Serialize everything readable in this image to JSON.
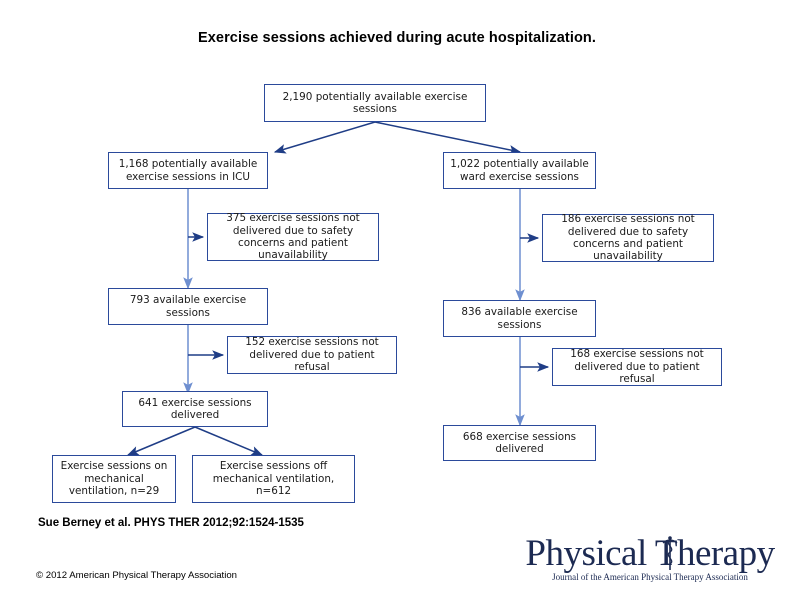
{
  "title": "Exercise sessions achieved during acute hospitalization.",
  "footer": {
    "citation": "Sue Berney et al. PHYS THER 2012;92:1524-1535",
    "copyright": "© 2012 American Physical Therapy Association"
  },
  "logo": {
    "wordmark": "Physical Therapy",
    "subtitle": "Journal of the American Physical Therapy Association",
    "color": "#1c2a52"
  },
  "colors": {
    "box_border": "#2b4a9b",
    "arrow_dark": "#1f3d86",
    "arrow_light": "#6e8fd0",
    "text": "#1a1a1a"
  },
  "chart_data": {
    "type": "diagram",
    "diagram_kind": "flowchart",
    "title": "Exercise sessions achieved during acute hospitalization.",
    "nodes": [
      {
        "id": "total",
        "label": "2,190 potentially available exercise sessions",
        "value": 2190
      },
      {
        "id": "icu_avail",
        "label": "1,168 potentially available exercise sessions in ICU",
        "value": 1168
      },
      {
        "id": "ward_avail",
        "label": "1,022 potentially available ward exercise sessions",
        "value": 1022
      },
      {
        "id": "icu_excl1",
        "label": "375 exercise sessions not delivered due to safety concerns and patient unavailability",
        "value": 375
      },
      {
        "id": "ward_excl1",
        "label": "186 exercise sessions not delivered due to safety concerns and patient unavailability",
        "value": 186
      },
      {
        "id": "icu_avail2",
        "label": "793 available exercise sessions",
        "value": 793
      },
      {
        "id": "ward_avail2",
        "label": "836 available exercise sessions",
        "value": 836
      },
      {
        "id": "icu_excl2",
        "label": "152 exercise sessions not delivered due to patient refusal",
        "value": 152
      },
      {
        "id": "ward_excl2",
        "label": "168 exercise sessions not delivered due to patient refusal",
        "value": 168
      },
      {
        "id": "icu_deliv",
        "label": "641 exercise sessions delivered",
        "value": 641
      },
      {
        "id": "ward_deliv",
        "label": "668 exercise sessions delivered",
        "value": 668
      },
      {
        "id": "mv_on",
        "label": "Exercise sessions on mechanical ventilation, n=29",
        "value": 29
      },
      {
        "id": "mv_off",
        "label": "Exercise sessions off mechanical ventilation, n=612",
        "value": 612
      }
    ],
    "edges": [
      {
        "from": "total",
        "to": "icu_avail",
        "style": "diagonal"
      },
      {
        "from": "total",
        "to": "ward_avail",
        "style": "diagonal"
      },
      {
        "from": "icu_avail",
        "to": "icu_excl1",
        "style": "elbow-right"
      },
      {
        "from": "icu_avail",
        "to": "icu_avail2",
        "style": "vertical"
      },
      {
        "from": "ward_avail",
        "to": "ward_excl1",
        "style": "elbow-right"
      },
      {
        "from": "ward_avail",
        "to": "ward_avail2",
        "style": "vertical"
      },
      {
        "from": "icu_avail2",
        "to": "icu_excl2",
        "style": "elbow-right"
      },
      {
        "from": "icu_avail2",
        "to": "icu_deliv",
        "style": "vertical"
      },
      {
        "from": "ward_avail2",
        "to": "ward_excl2",
        "style": "elbow-right"
      },
      {
        "from": "ward_avail2",
        "to": "ward_deliv",
        "style": "vertical"
      },
      {
        "from": "icu_deliv",
        "to": "mv_on",
        "style": "diagonal"
      },
      {
        "from": "icu_deliv",
        "to": "mv_off",
        "style": "diagonal"
      }
    ]
  }
}
